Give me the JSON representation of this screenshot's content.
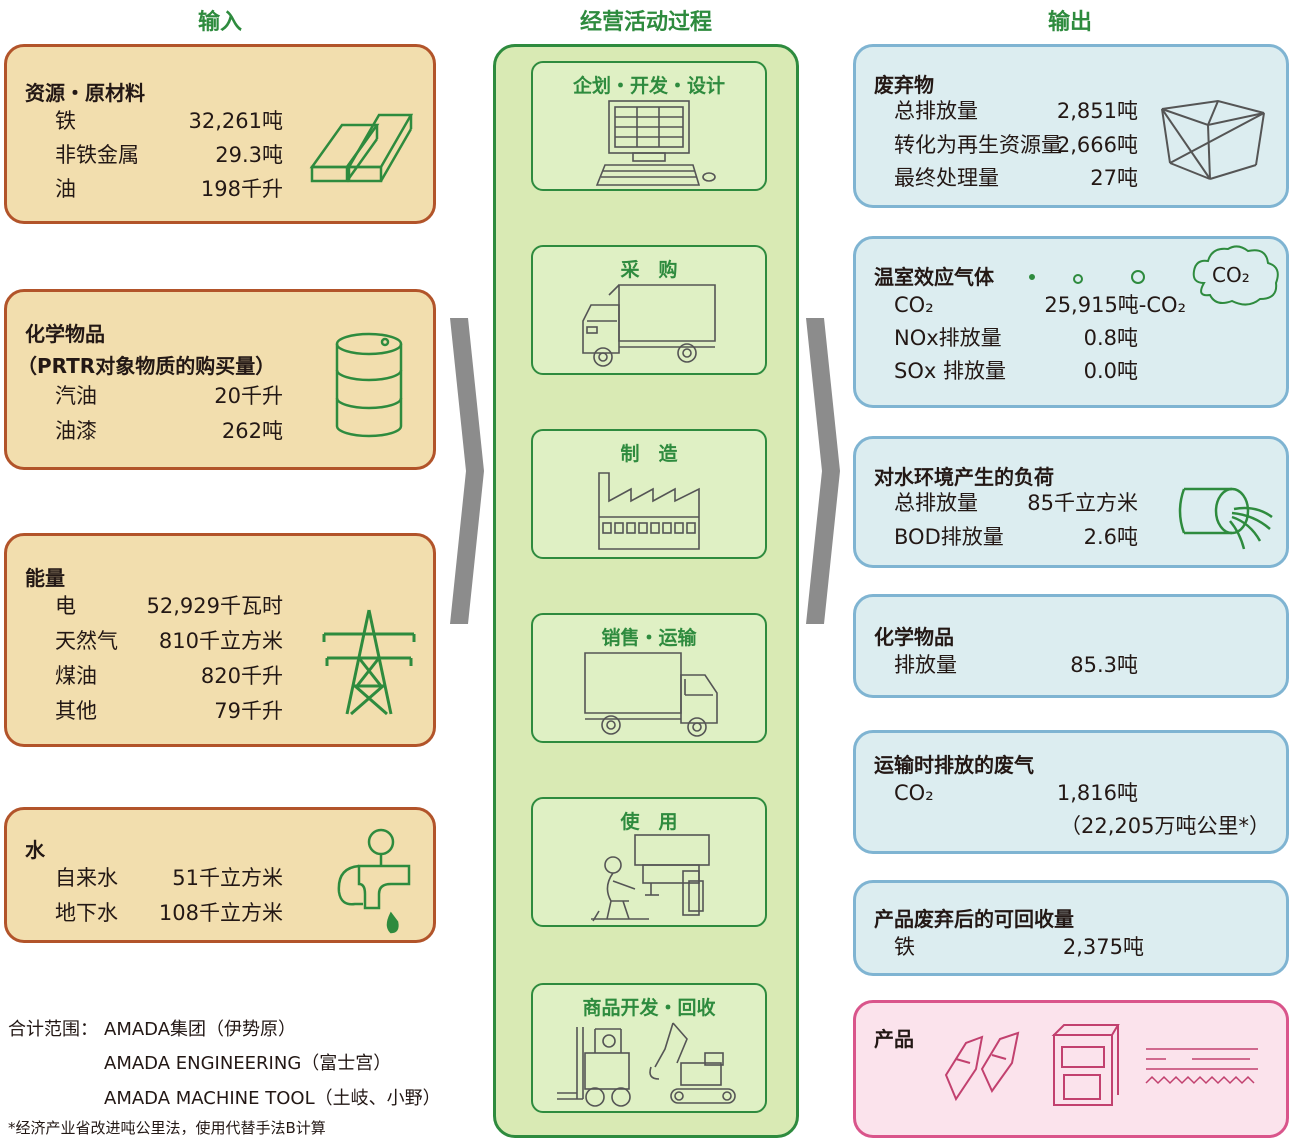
{
  "headers": {
    "input": "输入",
    "process": "经营活动过程",
    "output": "输出"
  },
  "inputs": {
    "resources": {
      "title": "资源・原材料",
      "rows": [
        {
          "label": "铁",
          "value": "32,261吨"
        },
        {
          "label": "非铁金属",
          "value": "29.3吨"
        },
        {
          "label": "油",
          "value": "198千升"
        }
      ]
    },
    "chemicals": {
      "title": "化学物品",
      "subtitle": "（PRTR对象物质的购买量）",
      "rows": [
        {
          "label": "汽油",
          "value": "20千升"
        },
        {
          "label": "油漆",
          "value": "262吨"
        }
      ]
    },
    "energy": {
      "title": "能量",
      "rows": [
        {
          "label": "电",
          "value": "52,929千瓦时"
        },
        {
          "label": "天然气",
          "value": "810千立方米"
        },
        {
          "label": "煤油",
          "value": "820千升"
        },
        {
          "label": "其他",
          "value": "79千升"
        }
      ]
    },
    "water": {
      "title": "水",
      "rows": [
        {
          "label": "自来水",
          "value": "51千立方米"
        },
        {
          "label": "地下水",
          "value": "108千立方米"
        }
      ]
    }
  },
  "process": {
    "stages": [
      {
        "title": "企划・开发・设计",
        "icon": "computer-icon"
      },
      {
        "title": "采　购",
        "icon": "truck-icon"
      },
      {
        "title": "制　造",
        "icon": "factory-icon"
      },
      {
        "title": "销售・运输",
        "icon": "delivery-truck-icon"
      },
      {
        "title": "使　用",
        "icon": "machine-operator-icon"
      },
      {
        "title": "商品开发・回收",
        "icon": "forklift-excavator-icon"
      }
    ]
  },
  "outputs": {
    "waste": {
      "title": "废弃物",
      "rows": [
        {
          "label": "总排放量",
          "value": "2,851吨"
        },
        {
          "label": "转化为再生资源量",
          "value": "2,666吨"
        },
        {
          "label": "最终处理量",
          "value": "27吨"
        }
      ]
    },
    "ghg": {
      "title": "温室效应气体",
      "cloud_label": "CO₂",
      "rows": [
        {
          "label": "CO₂",
          "value": "25,915吨-CO₂"
        },
        {
          "label": "NOx排放量",
          "value": "0.8吨"
        },
        {
          "label": "SOx 排放量",
          "value": "0.0吨"
        }
      ]
    },
    "water_load": {
      "title": "对水环境产生的负荷",
      "rows": [
        {
          "label": "总排放量",
          "value": "85千立方米"
        },
        {
          "label": "BOD排放量",
          "value": "2.6吨"
        }
      ]
    },
    "chemicals": {
      "title": "化学物品",
      "rows": [
        {
          "label": "排放量",
          "value": "85.3吨"
        }
      ]
    },
    "transport": {
      "title": "运输时排放的废气",
      "rows": [
        {
          "label": "CO₂",
          "value": "1,816吨"
        }
      ],
      "note": "（22,205万吨公里*）"
    },
    "recovery": {
      "title": "产品废弃后的可回收量",
      "rows": [
        {
          "label": "铁",
          "value": "2,375吨"
        }
      ]
    },
    "product": {
      "title": "产品"
    }
  },
  "scope": {
    "label": "合计范围：",
    "lines": [
      "AMADA集团（伊势原）",
      "AMADA ENGINEERING（富士宫）",
      "AMADA MACHINE TOOL（土岐、小野）"
    ],
    "footnote": "*经济产业省改进吨公里法，使用代替手法B计算"
  },
  "colors": {
    "green": "#2e8b3e",
    "input_fill": "#f2deae",
    "input_border": "#b2542a",
    "output_fill": "#dcedf0",
    "output_border": "#7fb4d2",
    "product_fill": "#fbe3ec",
    "product_border": "#d9558b",
    "process_fill": "#d9eab4"
  }
}
